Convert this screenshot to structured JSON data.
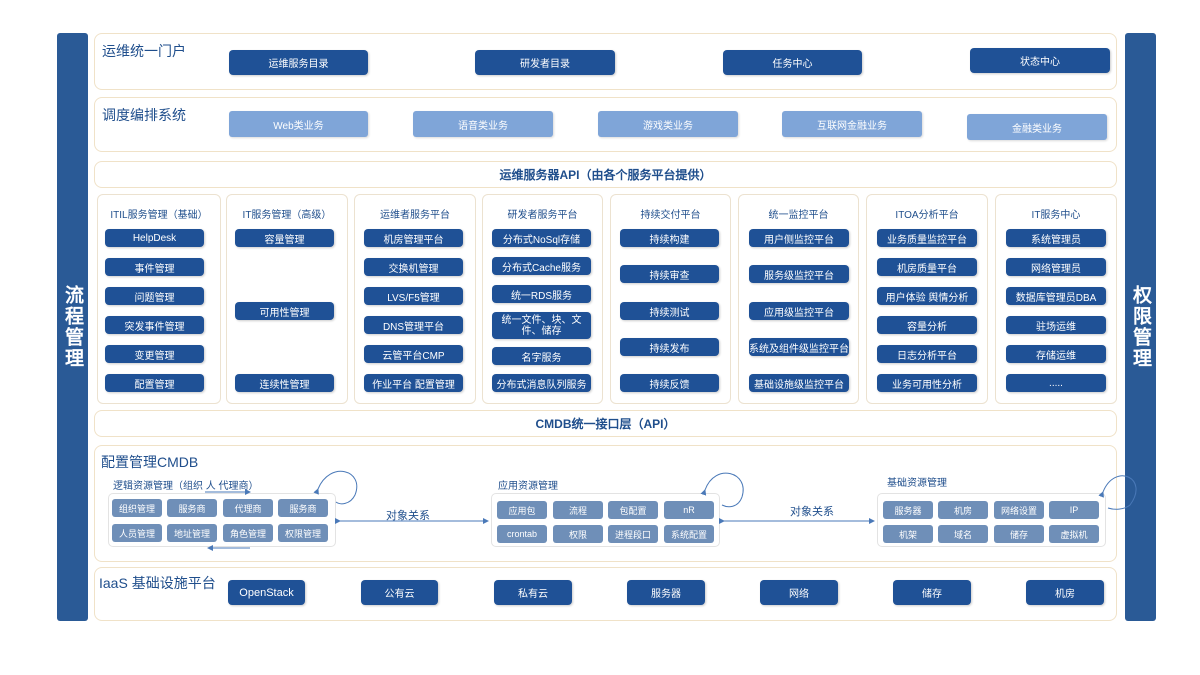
{
  "sidebars": {
    "left": "流程管理",
    "right": "权限管理"
  },
  "portal": {
    "title": "运维统一门户",
    "buttons": [
      "运维服务目录",
      "研发者目录",
      "任务中心",
      "状态中心"
    ]
  },
  "orchestration": {
    "title": "调度编排系统",
    "buttons": [
      "Web类业务",
      "语音类业务",
      "游戏类业务",
      "互联网金融业务",
      "金融类业务"
    ]
  },
  "api_bar": {
    "label": "运维服务器API（由各个服务平台提供）"
  },
  "platforms": [
    {
      "title": "ITIL服务管理（基础）",
      "items": [
        "HelpDesk",
        "事件管理",
        "问题管理",
        "突发事件管理",
        "变更管理",
        "配置管理"
      ]
    },
    {
      "title": "IT服务管理（高级）",
      "items": [
        "容量管理",
        "可用性管理",
        "连续性管理"
      ]
    },
    {
      "title": "运维者服务平台",
      "items": [
        "机房管理平台",
        "交换机管理",
        "LVS/F5管理",
        "DNS管理平台",
        "云管平台CMP",
        "作业平台 配置管理"
      ]
    },
    {
      "title": "研发者服务平台",
      "items": [
        "分布式NoSql存储",
        "分布式Cache服务",
        "统一RDS服务",
        "统一文件、块、文件、储存",
        "名字服务",
        "分布式消息队列服务"
      ]
    },
    {
      "title": "持续交付平台",
      "items": [
        "持续构建",
        "持续审查",
        "持续测试",
        "持续发布",
        "持续反馈"
      ]
    },
    {
      "title": "统一监控平台",
      "items": [
        "用户侧监控平台",
        "服务级监控平台",
        "应用级监控平台",
        "系统及组件级监控平台",
        "基础设施级监控平台"
      ]
    },
    {
      "title": "ITOA分析平台",
      "items": [
        "业务质量监控平台",
        "机房质量平台",
        "用户体验 舆情分析",
        "容量分析",
        "日志分析平台",
        "业务可用性分析"
      ]
    },
    {
      "title": "IT服务中心",
      "items": [
        "系统管理员",
        "网络管理员",
        "数据库管理员DBA",
        "驻场运维",
        "存储运维",
        "....."
      ]
    }
  ],
  "cmdb_bar": {
    "label": "CMDB统一接口层（API）"
  },
  "cmdb": {
    "title": "配置管理CMDB",
    "logic": {
      "title": "逻辑资源管理（组织 人 代理商）",
      "items": [
        "组织管理",
        "服务商",
        "代理商",
        "服务商",
        "人员管理",
        "地址管理",
        "角色管理",
        "权限管理"
      ]
    },
    "app": {
      "title": "应用资源管理",
      "items": [
        "应用包",
        "流程",
        "包配置",
        "nR",
        "crontab",
        "权限",
        "进程段口",
        "系统配置"
      ]
    },
    "infra": {
      "title": "基础资源管理",
      "items": [
        "服务器",
        "机房",
        "网络设置",
        "IP",
        "机架",
        "域名",
        "储存",
        "虚拟机"
      ]
    },
    "relation_left": "对象关系",
    "relation_right": "对象关系"
  },
  "iaas": {
    "title": "IaaS  基础设施平台",
    "buttons": [
      "OpenStack",
      "公有云",
      "私有云",
      "服务器",
      "网络",
      "储存",
      "机房"
    ]
  },
  "colors": {
    "dark_blue": "#1f5196",
    "light_blue": "#7fa5d8",
    "sidebar": "#2a5a96",
    "panel_border": "#f0e2c8"
  }
}
